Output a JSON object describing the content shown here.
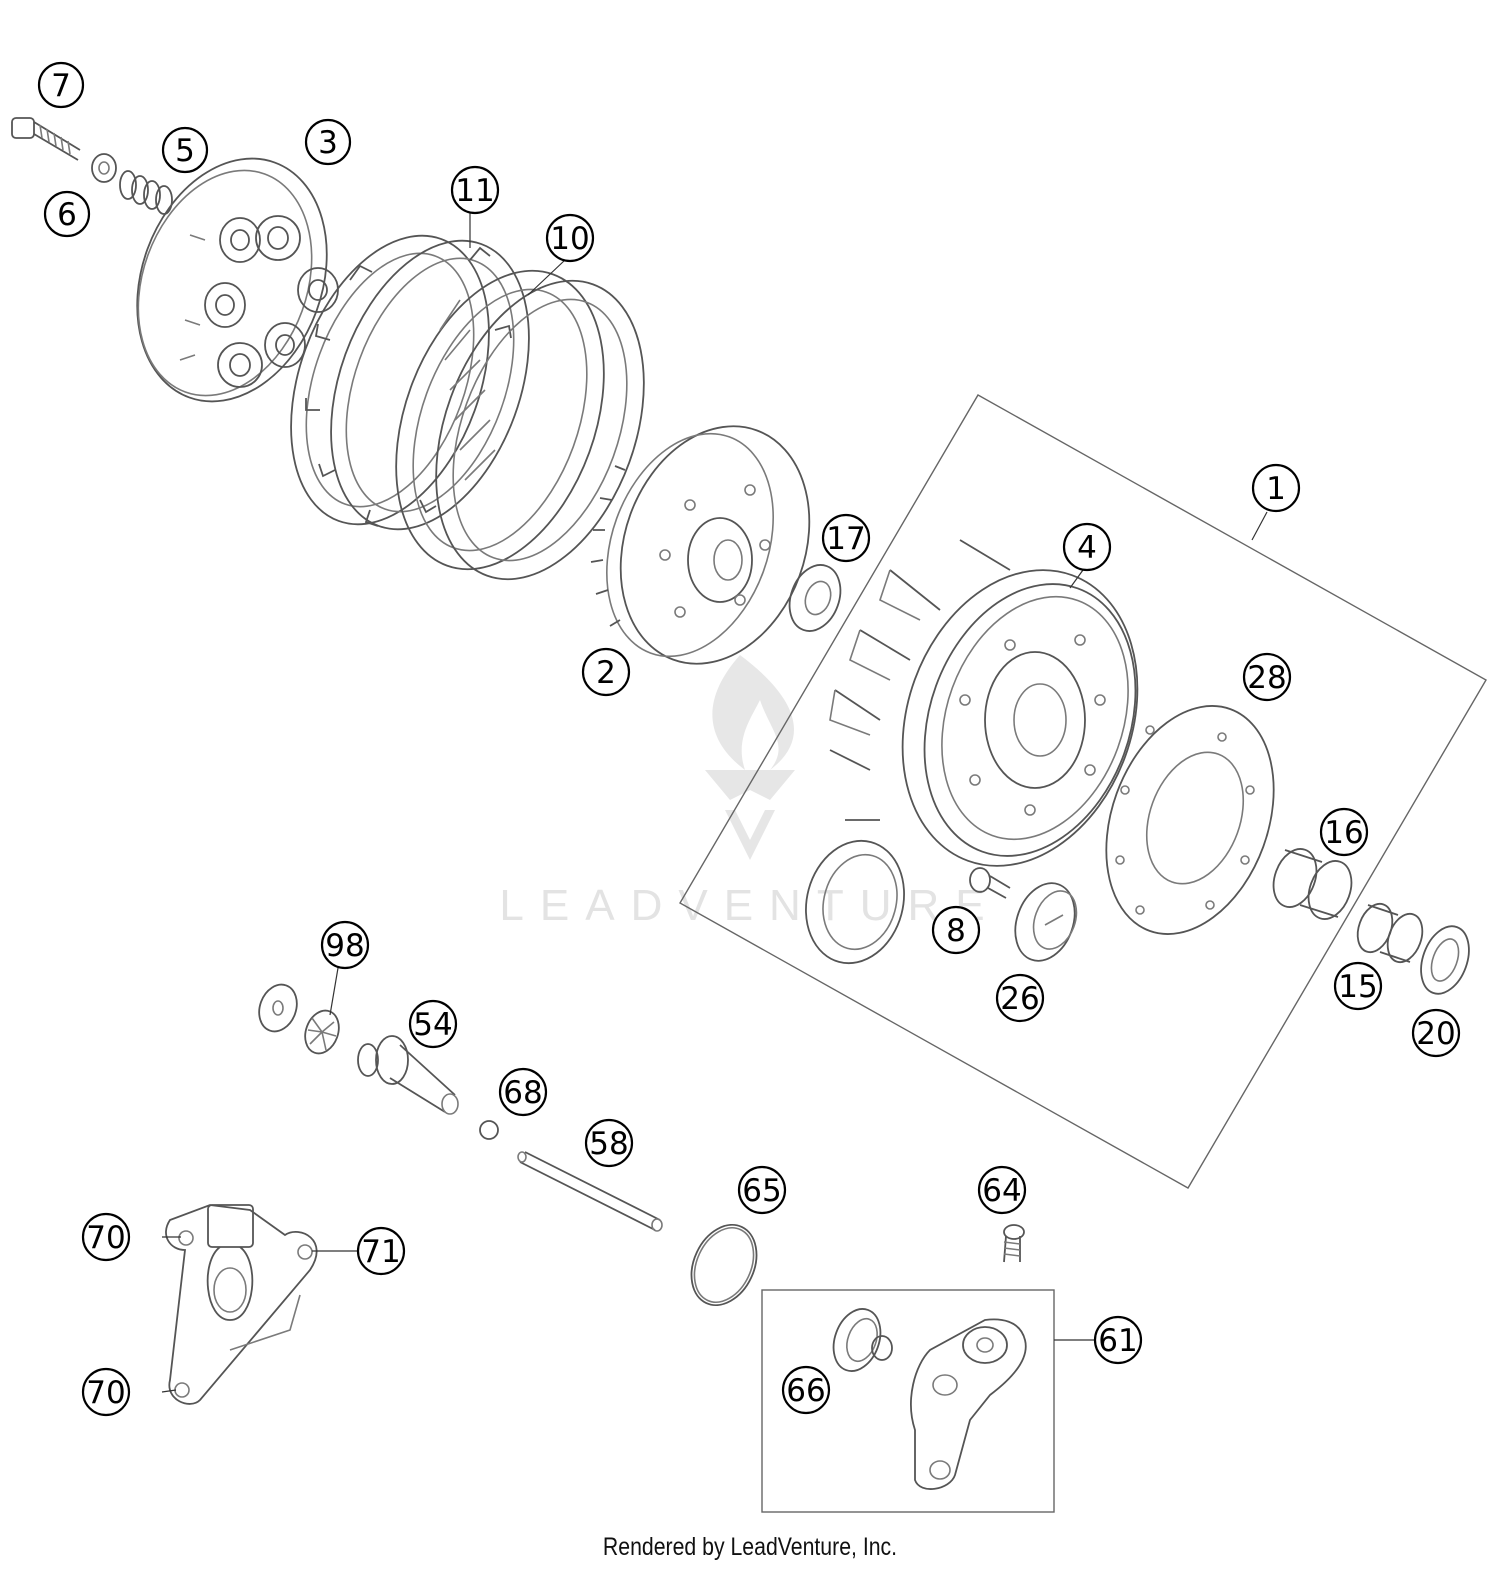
{
  "watermark": {
    "text": "LEADVENTURE"
  },
  "footer": {
    "text": "Rendered by LeadVenture, Inc."
  },
  "callouts": [
    {
      "id": "7",
      "label": "7"
    },
    {
      "id": "5",
      "label": "5"
    },
    {
      "id": "3",
      "label": "3"
    },
    {
      "id": "6",
      "label": "6"
    },
    {
      "id": "11",
      "label": "11"
    },
    {
      "id": "10",
      "label": "10"
    },
    {
      "id": "1",
      "label": "1"
    },
    {
      "id": "17",
      "label": "17"
    },
    {
      "id": "4",
      "label": "4"
    },
    {
      "id": "2",
      "label": "2"
    },
    {
      "id": "28",
      "label": "28"
    },
    {
      "id": "16",
      "label": "16"
    },
    {
      "id": "8",
      "label": "8"
    },
    {
      "id": "26",
      "label": "26"
    },
    {
      "id": "15",
      "label": "15"
    },
    {
      "id": "20",
      "label": "20"
    },
    {
      "id": "98",
      "label": "98"
    },
    {
      "id": "54",
      "label": "54"
    },
    {
      "id": "68",
      "label": "68"
    },
    {
      "id": "58",
      "label": "58"
    },
    {
      "id": "65",
      "label": "65"
    },
    {
      "id": "64",
      "label": "64"
    },
    {
      "id": "70a",
      "label": "70"
    },
    {
      "id": "71",
      "label": "71"
    },
    {
      "id": "61",
      "label": "61"
    },
    {
      "id": "66",
      "label": "66"
    },
    {
      "id": "70b",
      "label": "70"
    }
  ]
}
